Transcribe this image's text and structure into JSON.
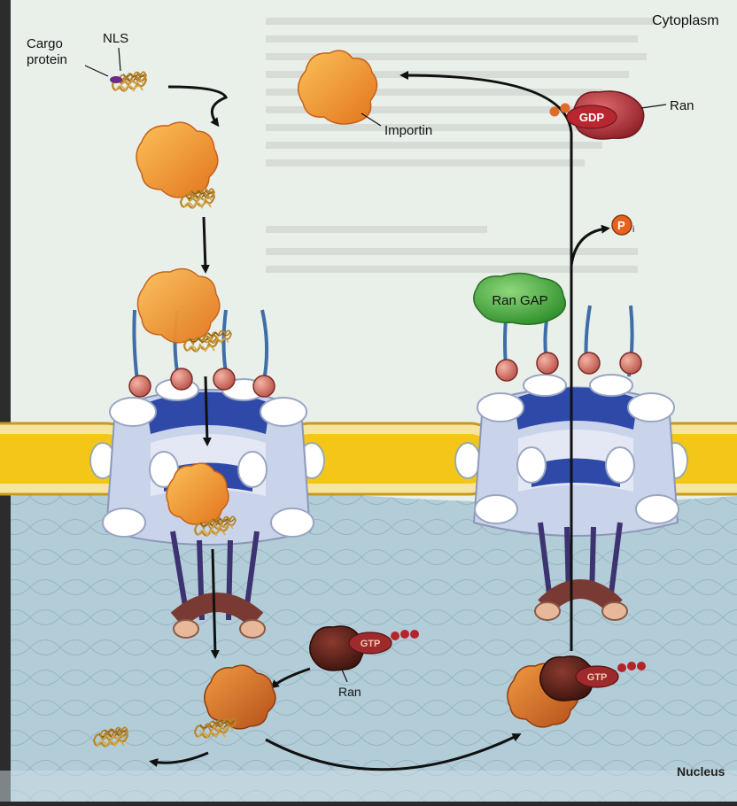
{
  "labels": {
    "cargo": "Cargo\nprotein",
    "nls": "NLS",
    "importin": "Importin",
    "cytoplasm": "Cytoplasm",
    "ran_top": "Ran",
    "gdp": "GDP",
    "pi": "P",
    "pi_sub": "i",
    "ran_gap": "Ran GAP",
    "gtp_left": "GTP",
    "ran_bottom": "Ran",
    "gtp_right": "GTP",
    "nucleus": "Nucleus"
  },
  "colors": {
    "cytoplasm_bg": "#e9efe9",
    "nucleus_bg": "#b3cdd8",
    "importin": "#f39a30",
    "ran_red": "#c23b44",
    "ran_brown": "#5e2420",
    "ran_gap": "#4fb74a",
    "pore_blue": "#2f49a8",
    "envelope_yellow": "#f4c617"
  }
}
